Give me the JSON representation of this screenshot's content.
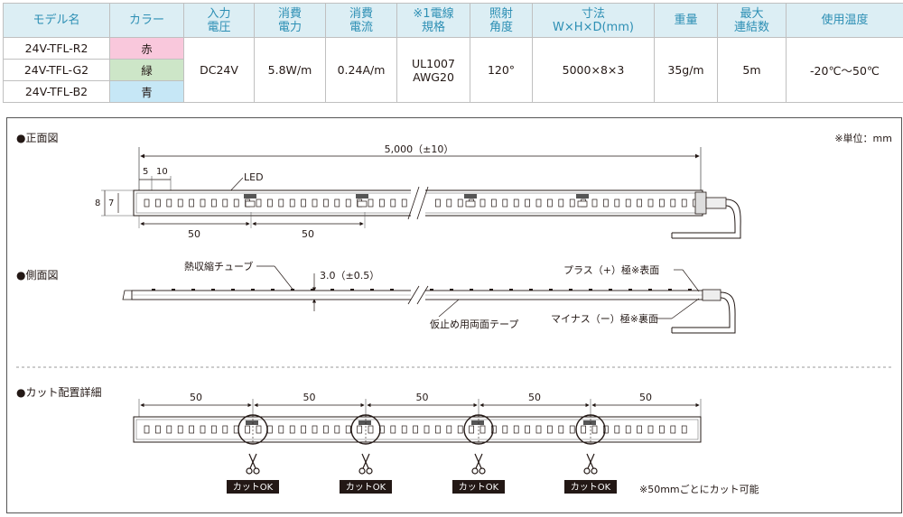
{
  "spec_table": {
    "headers": {
      "model": "モデル名",
      "color": "カラー",
      "input_voltage": [
        "入力",
        "電圧"
      ],
      "power": [
        "消費",
        "電力"
      ],
      "current": [
        "消費",
        "電流"
      ],
      "wire": [
        "※1電線",
        "規格"
      ],
      "angle": [
        "照射",
        "角度"
      ],
      "dimensions": [
        "寸法",
        "W×H×D(mm)"
      ],
      "weight": "重量",
      "max_connection": [
        "最大",
        "連結数"
      ],
      "temperature": "使用温度"
    },
    "rows": [
      {
        "model": "24V-TFL-R2",
        "color": "赤"
      },
      {
        "model": "24V-TFL-G2",
        "color": "緑"
      },
      {
        "model": "24V-TFL-B2",
        "color": "青"
      }
    ],
    "shared": {
      "input_voltage": "DC24V",
      "power": "5.8W/m",
      "current": "0.24A/m",
      "wire_line1": "UL1007",
      "wire_line2": "AWG20",
      "angle": "120°",
      "dimensions": "5000×8×3",
      "weight": "35g/m",
      "max_connection": "5m",
      "temperature": "-20℃～50℃"
    },
    "colors": {
      "red": "#f9c8dc",
      "green": "#cde6c8",
      "blue": "#c6e7f6",
      "header_bg": "#dceef4",
      "header_text": "#2d8fb4"
    }
  },
  "front_view": {
    "title": "●正面図",
    "unit_note": "※単位：mm",
    "length": "5,000（±10）",
    "dim_5": "5",
    "dim_10": "10",
    "led_label": "LED",
    "height_8": "8",
    "height_7": "7",
    "pitch_1": "50",
    "pitch_2": "50"
  },
  "side_view": {
    "title": "●側面図",
    "heat_shrink": "熱収縮チューブ",
    "thickness": "3.0（±0.5）",
    "plus_label": "プラス（+）極※表面",
    "minus_label": "マイナス（ー）極※裏面",
    "tape_label": "仮止め用両面テープ"
  },
  "cut_view": {
    "title": "●カット配置詳細",
    "pitches": [
      "50",
      "50",
      "50",
      "50",
      "50"
    ],
    "cut_ok": "カットOK",
    "note": "※50mmごとにカット可能"
  }
}
